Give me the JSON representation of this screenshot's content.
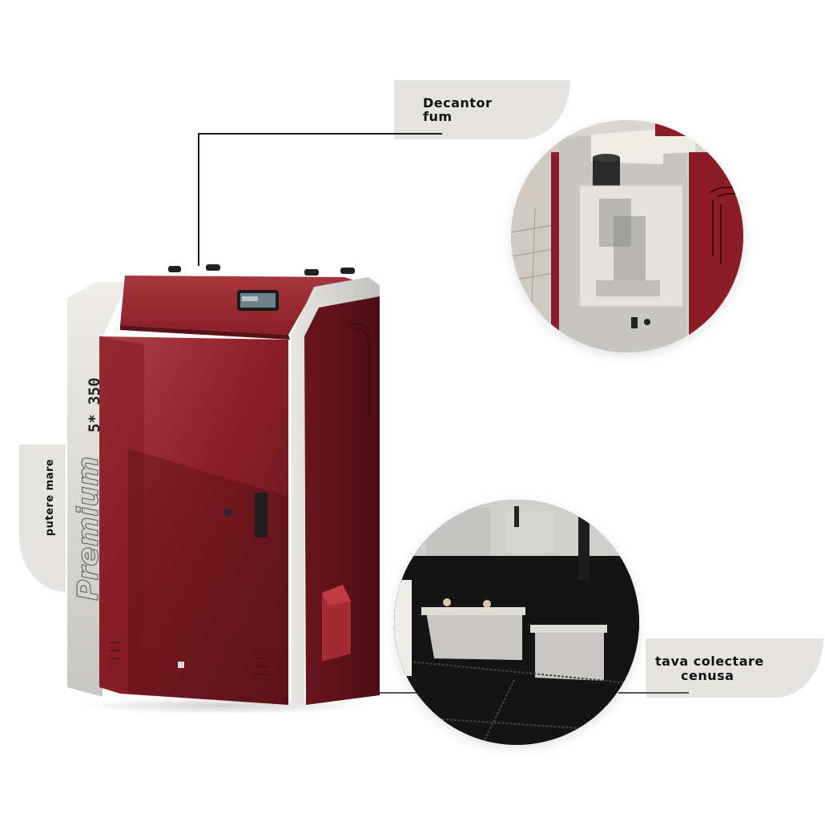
{
  "callouts": {
    "decantor": {
      "line1": "Decantor",
      "line2": "fum"
    },
    "tava": {
      "line1": "tava colectare",
      "line2": "cenusa"
    },
    "putere": {
      "label": "putere mare"
    }
  },
  "product": {
    "brand_text": "Premium",
    "model_text": "5* 350",
    "type": "pellet boiler"
  },
  "colors": {
    "body_red": "#8c1c25",
    "body_red_dark": "#5e1219",
    "panel_silver": "#c9c9c7",
    "panel_light": "#e8e6e2",
    "callout_bg": "#e6e4e1",
    "leader_line": "#1c1c1c"
  }
}
